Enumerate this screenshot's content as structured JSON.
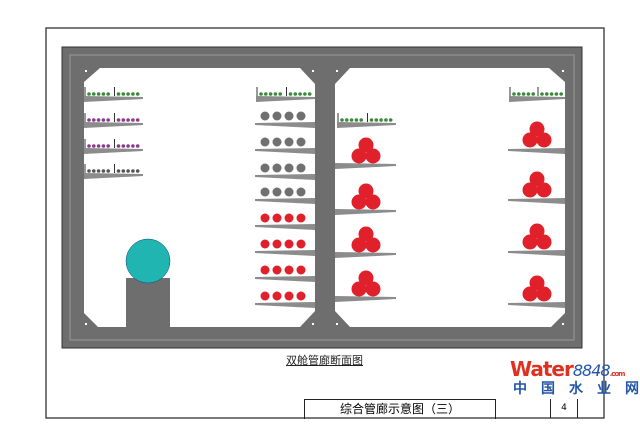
{
  "diagram": {
    "section_title": "双舱管廊断面图",
    "drawing_title": "综合管廊示意图（三）",
    "sheet_number": "4",
    "colors": {
      "wall": "#6e6e6e",
      "shelf": "#8c8c8c",
      "red_pipe": "#e0202a",
      "gray_pipe": "#707070",
      "green_cable": "#3a8a3a",
      "purple_cable": "#8a3a8a",
      "teal_pipe": "#20b5b0"
    }
  },
  "watermark": {
    "brand": "Water",
    "brand_suffix": "8848",
    "domain": ".com",
    "site": "中国水业网"
  }
}
